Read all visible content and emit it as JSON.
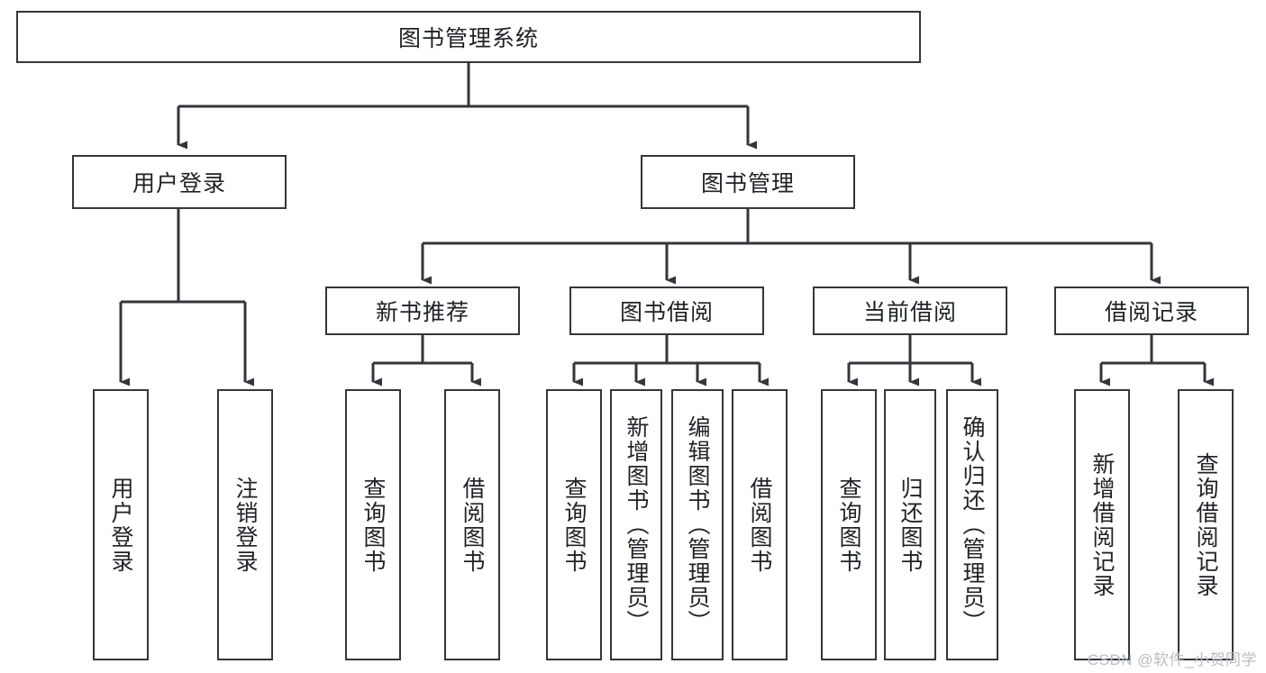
{
  "diagram": {
    "title_node": "图书管理系统",
    "type": "tree",
    "orientation": "top-down",
    "colors": {
      "background": "#ffffff",
      "node_border": "#33363b",
      "node_fill": "#ffffff",
      "edge": "#33363b",
      "text": "#1f2226",
      "watermark": "#b9bcc1"
    },
    "watermark": "CSDN @软件_小贺同学"
  },
  "nodes": {
    "root": {
      "label": "图书管理系统",
      "level": 1
    },
    "level2": [
      {
        "id": "user-login",
        "label": "用户登录"
      },
      {
        "id": "book-management",
        "label": "图书管理"
      }
    ],
    "level3": [
      {
        "id": "new-book-recommend",
        "label": "新书推荐",
        "parent": "book-management"
      },
      {
        "id": "book-borrow",
        "label": "图书借阅",
        "parent": "book-management"
      },
      {
        "id": "current-borrow",
        "label": "当前借阅",
        "parent": "book-management"
      },
      {
        "id": "borrow-record",
        "label": "借阅记录",
        "parent": "book-management"
      }
    ],
    "leaves": [
      {
        "id": "leaf-user-login",
        "label": "用户登录",
        "parent": "user-login"
      },
      {
        "id": "leaf-logout-login",
        "label": "注销登录",
        "parent": "user-login"
      },
      {
        "id": "leaf-query-book-1",
        "label": "查询图书",
        "parent": "new-book-recommend"
      },
      {
        "id": "leaf-borrow-book-1",
        "label": "借阅图书",
        "parent": "new-book-recommend"
      },
      {
        "id": "leaf-query-book-2",
        "label": "查询图书",
        "parent": "book-borrow"
      },
      {
        "id": "leaf-add-book",
        "label": "新增图书（管理员）",
        "parent": "book-borrow"
      },
      {
        "id": "leaf-edit-book",
        "label": "编辑图书（管理员）",
        "parent": "book-borrow"
      },
      {
        "id": "leaf-borrow-book-2",
        "label": "借阅图书",
        "parent": "book-borrow"
      },
      {
        "id": "leaf-query-book-3",
        "label": "查询图书",
        "parent": "current-borrow"
      },
      {
        "id": "leaf-return-book",
        "label": "归还图书",
        "parent": "current-borrow"
      },
      {
        "id": "leaf-confirm-return",
        "label": "确认归还（管理员）",
        "parent": "current-borrow"
      },
      {
        "id": "leaf-add-record",
        "label": "新增借阅记录",
        "parent": "borrow-record"
      },
      {
        "id": "leaf-query-record",
        "label": "查询借阅记录",
        "parent": "borrow-record"
      }
    ]
  }
}
